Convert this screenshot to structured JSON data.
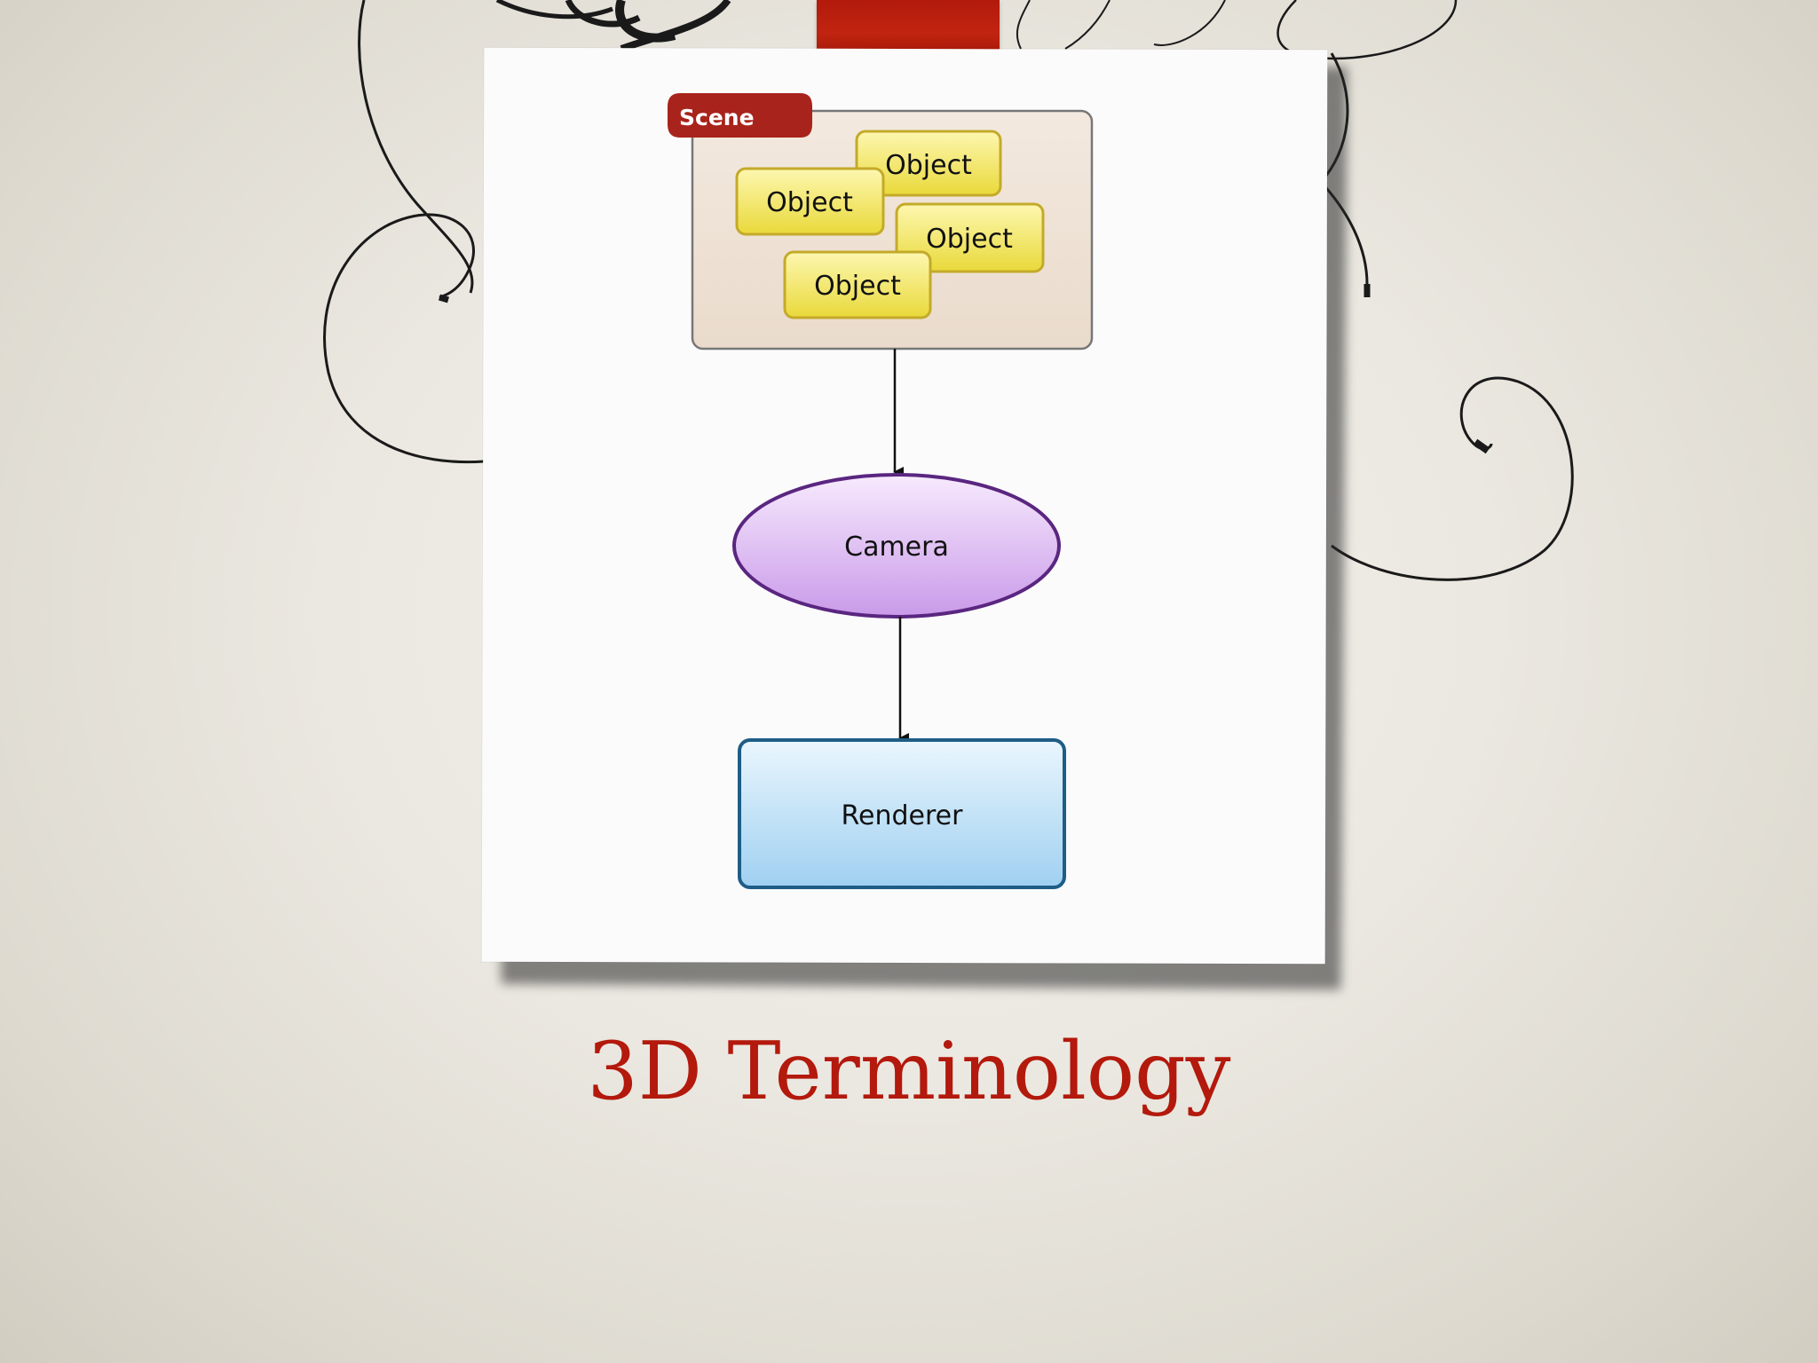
{
  "slide": {
    "title": "3D Terminology",
    "title_color": "#b3190c",
    "tape_color": "#b21a0c"
  },
  "diagram": {
    "scene": {
      "label": "Scene",
      "badge_color": "#a8231b",
      "box_color": "#efe2d6",
      "objects": [
        {
          "label": "Object"
        },
        {
          "label": "Object"
        },
        {
          "label": "Object"
        },
        {
          "label": "Object"
        }
      ]
    },
    "camera": {
      "label": "Camera",
      "color": "#d8b4f2",
      "border_color": "#6a2a8c"
    },
    "renderer": {
      "label": "Renderer",
      "color": "#bfe0f6",
      "border_color": "#1e5d86"
    },
    "edges": [
      {
        "from": "Scene",
        "to": "Camera"
      },
      {
        "from": "Camera",
        "to": "Renderer"
      }
    ]
  }
}
